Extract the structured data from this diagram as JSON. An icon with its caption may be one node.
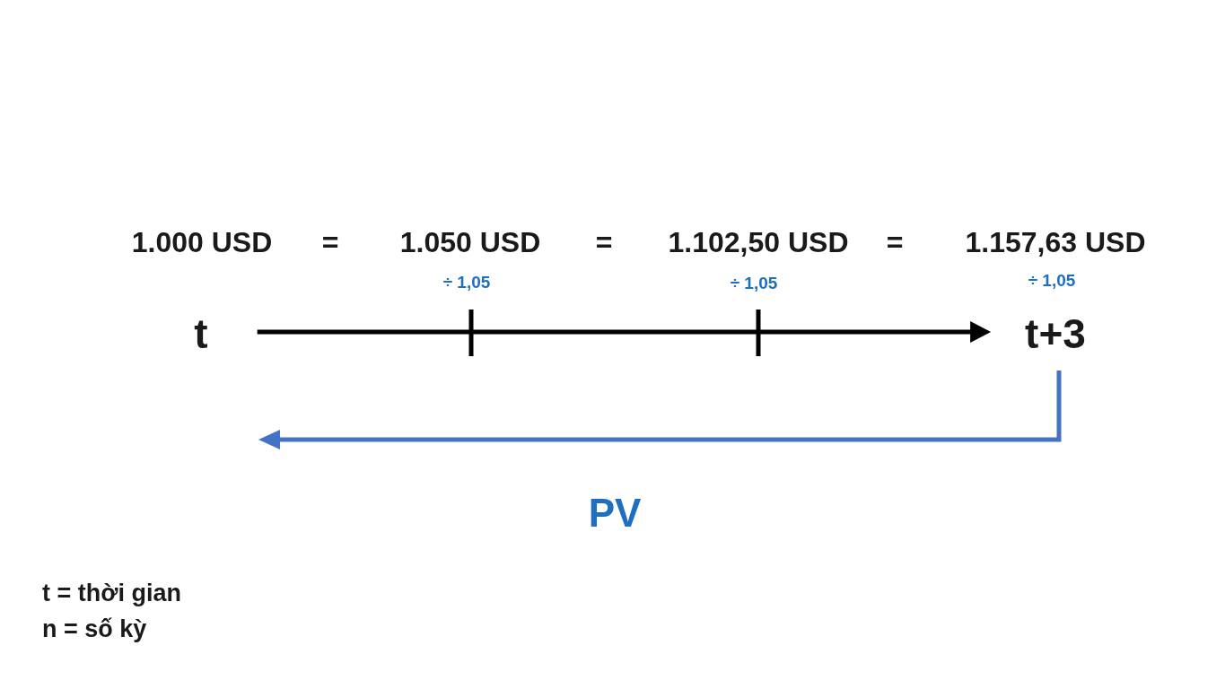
{
  "diagram": {
    "nodes": [
      {
        "text": [
          "t"
        ]
      },
      {
        "text": [
          "t+3"
        ]
      }
    ],
    "edges": [
      {
        "from": 0,
        "to": 1,
        "arrow": "to"
      },
      {
        "from": 1,
        "to": null,
        "arrow": "to",
        "label": "PV",
        "color": "#4472c4"
      }
    ],
    "labels": [
      "1.000 USD",
      "=",
      "1.050 USD",
      "=",
      "1.102,50 USD",
      "=",
      "1.157,63 USD",
      "÷ 1,05",
      "÷ 1,05",
      "÷ 1,05",
      "t = thời gian",
      "n = số kỳ"
    ]
  }
}
